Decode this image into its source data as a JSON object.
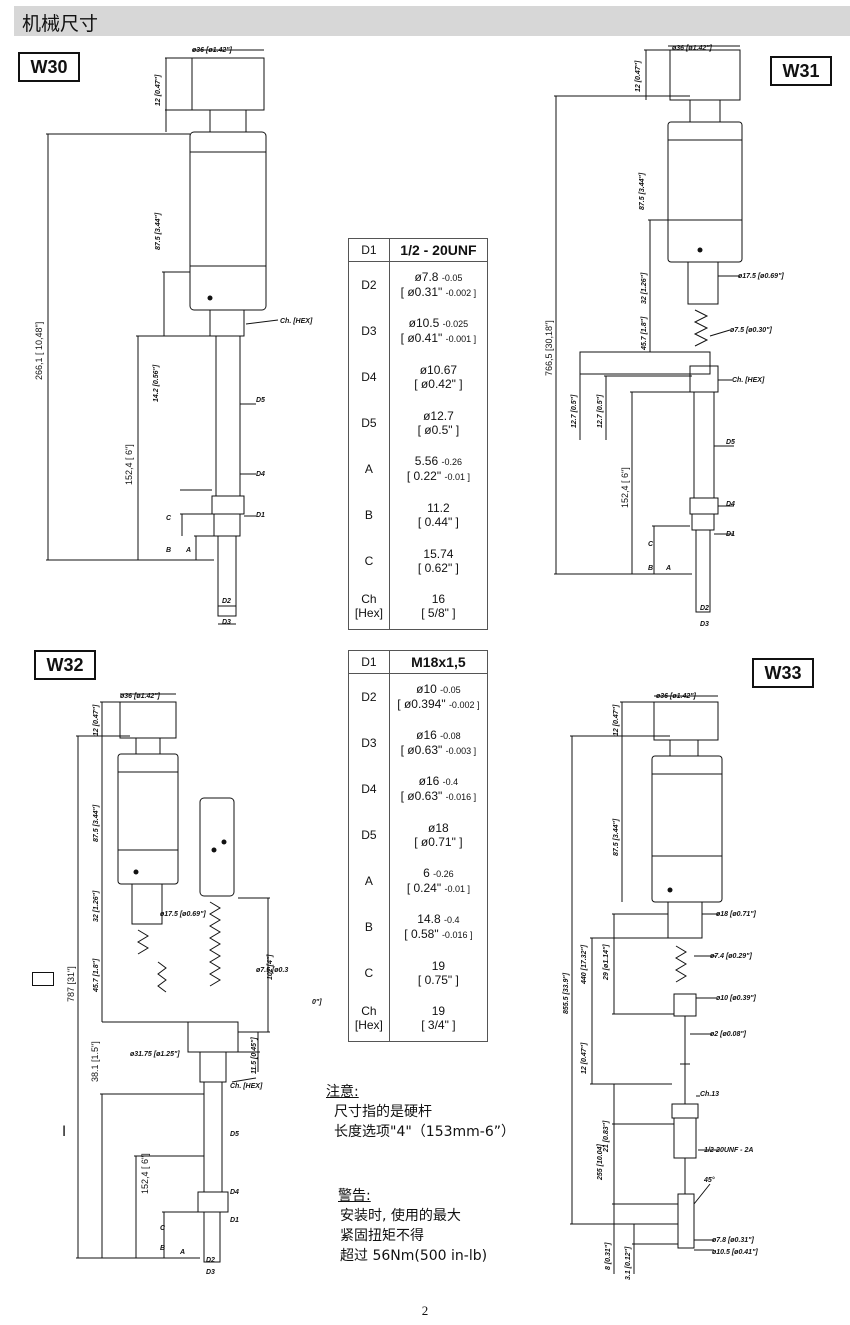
{
  "header": {
    "title": "机械尺寸"
  },
  "models": {
    "w30": "W30",
    "w31": "W31",
    "w32": "W32",
    "w33": "W33"
  },
  "table1": {
    "header": [
      "D1",
      "1/2 - 20UNF"
    ],
    "rows": [
      {
        "k": "D2",
        "v1": "ø7.8",
        "t1": "-0.05",
        "v2": "[ ø0.31\"",
        "t2": "-0.002 ]"
      },
      {
        "k": "D3",
        "v1": "ø10.5",
        "t1": "-0.025",
        "v2": "[ ø0.41\"",
        "t2": "-0.001 ]"
      },
      {
        "k": "D4",
        "v1": "ø10.67",
        "t1": "",
        "v2": "[ ø0.42\" ]",
        "t2": ""
      },
      {
        "k": "D5",
        "v1": "ø12.7",
        "t1": "",
        "v2": "[ ø0.5\" ]",
        "t2": ""
      },
      {
        "k": "A",
        "v1": "5.56",
        "t1": "-0.26",
        "v2": "[ 0.22\"",
        "t2": "-0.01 ]"
      },
      {
        "k": "B",
        "v1": "11.2",
        "t1": "",
        "v2": "[ 0.44\" ]",
        "t2": ""
      },
      {
        "k": "C",
        "v1": "15.74",
        "t1": "",
        "v2": "[ 0.62\" ]",
        "t2": ""
      },
      {
        "k": "Ch",
        "k2": "[Hex]",
        "v1": "16",
        "t1": "",
        "v2": "[ 5/8\" ]",
        "t2": ""
      }
    ]
  },
  "table2": {
    "header": [
      "D1",
      "M18x1,5"
    ],
    "rows": [
      {
        "k": "D2",
        "v1": "ø10",
        "t1": "-0.05",
        "v2": "[ ø0.394\"",
        "t2": "-0.002 ]"
      },
      {
        "k": "D3",
        "v1": "ø16",
        "t1": "-0.08",
        "v2": "[ ø0.63\"",
        "t2": "-0.003 ]"
      },
      {
        "k": "D4",
        "v1": "ø16",
        "t1": "-0.4",
        "v2": "[ ø0.63\"",
        "t2": "-0.016 ]"
      },
      {
        "k": "D5",
        "v1": "ø18",
        "t1": "",
        "v2": "[ ø0.71\" ]",
        "t2": ""
      },
      {
        "k": "A",
        "v1": "6",
        "t1": "-0.26",
        "v2": "[ 0.24\"",
        "t2": "-0.01 ]"
      },
      {
        "k": "B",
        "v1": "14.8",
        "t1": "-0.4",
        "v2": "[ 0.58\"",
        "t2": "-0.016 ]"
      },
      {
        "k": "C",
        "v1": "19",
        "t1": "",
        "v2": "[ 0.75\" ]",
        "t2": ""
      },
      {
        "k": "Ch",
        "k2": "[Hex]",
        "v1": "19",
        "t1": "",
        "v2": "[ 3/4\" ]",
        "t2": ""
      }
    ]
  },
  "notes": {
    "title": "注意:",
    "line1": "尺寸指的是硬杆",
    "line2": "长度选项\"4\"（153mm-6”）"
  },
  "warning": {
    "title": "警告:",
    "line1": "安装时, 使用的最大",
    "line2": "紧固扭矩不得",
    "line3": "超过 56Nm(500 in-lb)"
  },
  "dims": {
    "dia36": "ø36 [ø1.42\"]",
    "d12": "12 [0.47\"]",
    "d87": "87.5 [3.44\"]",
    "d266": "266,1 [ 10,48\"]",
    "d14": "14.2 [0.56\"]",
    "d152": "152,4 [ 6\"]",
    "d766": "766,5 [30,18\"]",
    "d32": "32 [1.26\"]",
    "d457": "45.7 [1.8\"]",
    "d175": "ø17.5 [ø0.69\"]",
    "d75": "ø7.5 [ø0.30\"]",
    "d127a": "12.7 [0.5\"]",
    "d127b": "12.7 [0.5\"]",
    "d787": "787 [31\"]",
    "d102": "102 [4\"]",
    "d75b": "ø7.5 [ø0.3",
    "d3175": "ø31.75 [ø1.25\"]",
    "d114": "11.5 [0.45\"]",
    "d381": "38.1 [1.5\"]",
    "d07": "0\"]",
    "d8555": "855.5 [33.9\"]",
    "d440": "440 [17.32\"]",
    "d29": "29 [ø1.14\"]",
    "d18": "ø18 [ø0.71\"]",
    "d74": "ø7.4 [ø0.29\"]",
    "d10": "ø10 [ø0.39\"]",
    "d2": "ø2 [ø0.08\"]",
    "d255": "255 [10.04]",
    "d21": "21 [0.83\"]",
    "ch13": "Ch.13",
    "unf": "1/2-20UNF - 2A",
    "deg45": "45°",
    "d8": "8 [0.31\"]",
    "d31": "3.1 [0.12\"]",
    "d78": "ø7.8 [ø0.31\"]",
    "d105": "ø10.5 [ø0.41\"]",
    "chhex": "Ch. [HEX]",
    "lD1": "D1",
    "lD2": "D2",
    "lD3": "D3",
    "lD4": "D4",
    "lD5": "D5",
    "lA": "A",
    "lB": "B",
    "lC": "C",
    "zero": "0",
    "bar": "I"
  },
  "page": {
    "number": "2"
  }
}
